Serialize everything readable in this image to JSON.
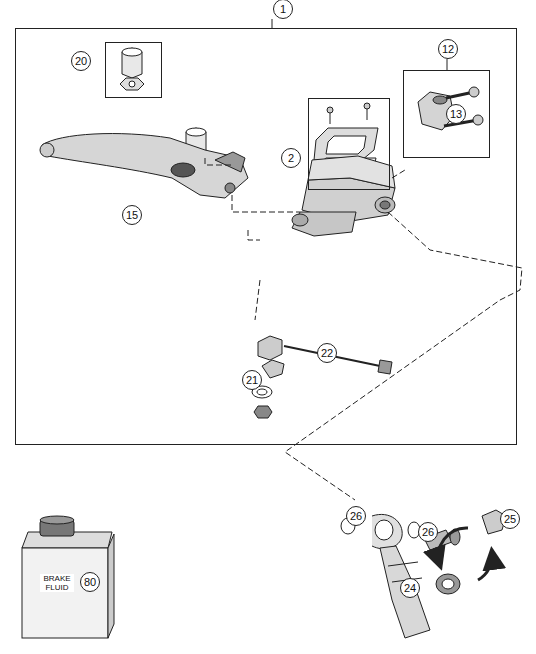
{
  "diagram": {
    "nodes": [
      {
        "text": [
          "1"
        ]
      },
      {
        "text": [
          "20"
        ],
        "in": 0
      },
      {
        "text": [
          "2"
        ],
        "in": 0
      },
      {
        "text": [
          "12"
        ],
        "in": 0
      }
    ],
    "labels": [
      "13",
      "15",
      "22",
      "21",
      "26",
      "26",
      "25",
      "24",
      "80",
      "BRAKE FLUID"
    ]
  }
}
